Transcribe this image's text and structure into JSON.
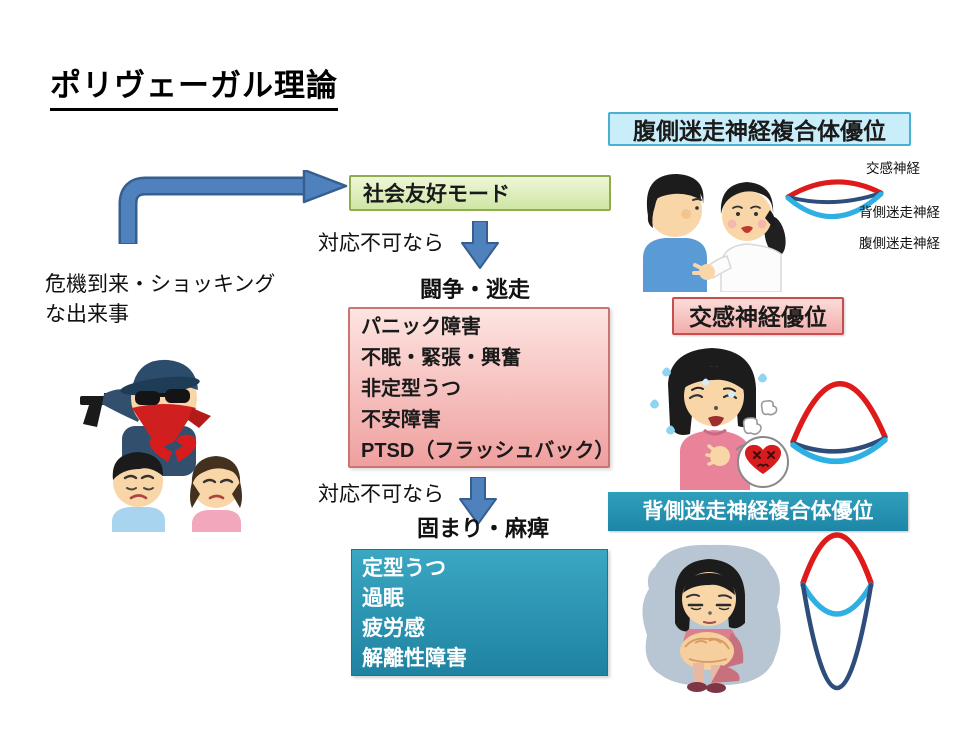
{
  "title": "ポリヴェーガル理論",
  "left_panel": {
    "trigger_line1": "危機到来・ショッキング",
    "trigger_line2": "な出来事"
  },
  "flow": {
    "social_mode_label": "社会友好モード",
    "fallback1_label": "対応不可なら",
    "fight_flight_label": "闘争・逃走",
    "fight_box_lines": [
      "パニック障害",
      "不眠・緊張・興奮",
      "非定型うつ",
      "不安障害",
      "PTSD（フラッシュバック）"
    ],
    "fallback2_label": "対応不可なら",
    "freeze_label": "固まり・麻痺",
    "freeze_box_lines": [
      "定型うつ",
      "過眠",
      "疲労感",
      "解離性障害"
    ]
  },
  "right_panel": {
    "ventral_header": "腹側迷走神経複合体優位",
    "sympathetic_header": "交感神経優位",
    "dorsal_header": "背側迷走神経複合体優位",
    "legend": {
      "sympathetic": "交感神経",
      "dorsal_vagal": "背側迷走神経",
      "ventral_vagal": "腹側迷走神経"
    }
  },
  "icons": {
    "elbow_arrow": "blue-elbow-arrow",
    "down_arrow": "blue-down-arrow",
    "robber": "robber-with-gun-illustration",
    "sad_couple": "sad-couple-broken-heart-illustration",
    "talking_pair": "two-people-talking-illustration",
    "panic_woman": "panicking-crying-woman-illustration",
    "depressed_girl": "depressed-girl-hugging-knees-illustration",
    "nerve_lens_ventral": "nerve-balance-lens-ventral-dominant",
    "nerve_lens_sympathetic": "nerve-balance-lens-sympathetic-dominant",
    "nerve_lens_dorsal": "nerve-balance-lens-dorsal-dominant"
  },
  "colors": {
    "arrow_blue": "#4f81bd",
    "arrow_border": "#365f91",
    "sympathetic_red": "#df1a1a",
    "dorsal_navy": "#2e4d7b",
    "ventral_lightblue": "#2fb0e2",
    "social_bg_top": "#eef7d8",
    "social_bg_bottom": "#cfe6a4",
    "social_border": "#90ad4e",
    "fight_bg_top": "#fde4e1",
    "fight_bg_bottom": "#efa09f",
    "fight_border": "#c97571",
    "freeze_bg_top": "#3ba7c2",
    "freeze_bg_bottom": "#1e83a2",
    "ventral_hd_bg": "#c9edf9",
    "ventral_hd_border": "#4aafd0",
    "symp_hd_top": "#fbdcd9",
    "symp_hd_bottom": "#f2aeab",
    "symp_hd_border": "#c94f4f",
    "dorsal_hd_top": "#2f9fbc",
    "dorsal_hd_bottom": "#1d86a6"
  }
}
